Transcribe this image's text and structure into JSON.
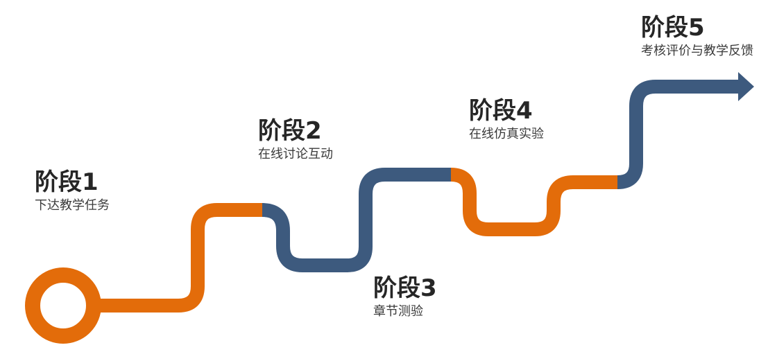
{
  "colors": {
    "orange": "#E36C0A",
    "blue": "#3D5A7E"
  },
  "icons": {
    "start": "start-ring-icon",
    "end": "arrow-right-icon"
  },
  "stages": [
    {
      "title": "阶段1",
      "desc": "下达教学任务"
    },
    {
      "title": "阶段2",
      "desc": "在线讨论互动"
    },
    {
      "title": "阶段3",
      "desc": "章节测验"
    },
    {
      "title": "阶段4",
      "desc": "在线仿真实验"
    },
    {
      "title": "阶段5",
      "desc": "考核评价与教学反馈"
    }
  ]
}
